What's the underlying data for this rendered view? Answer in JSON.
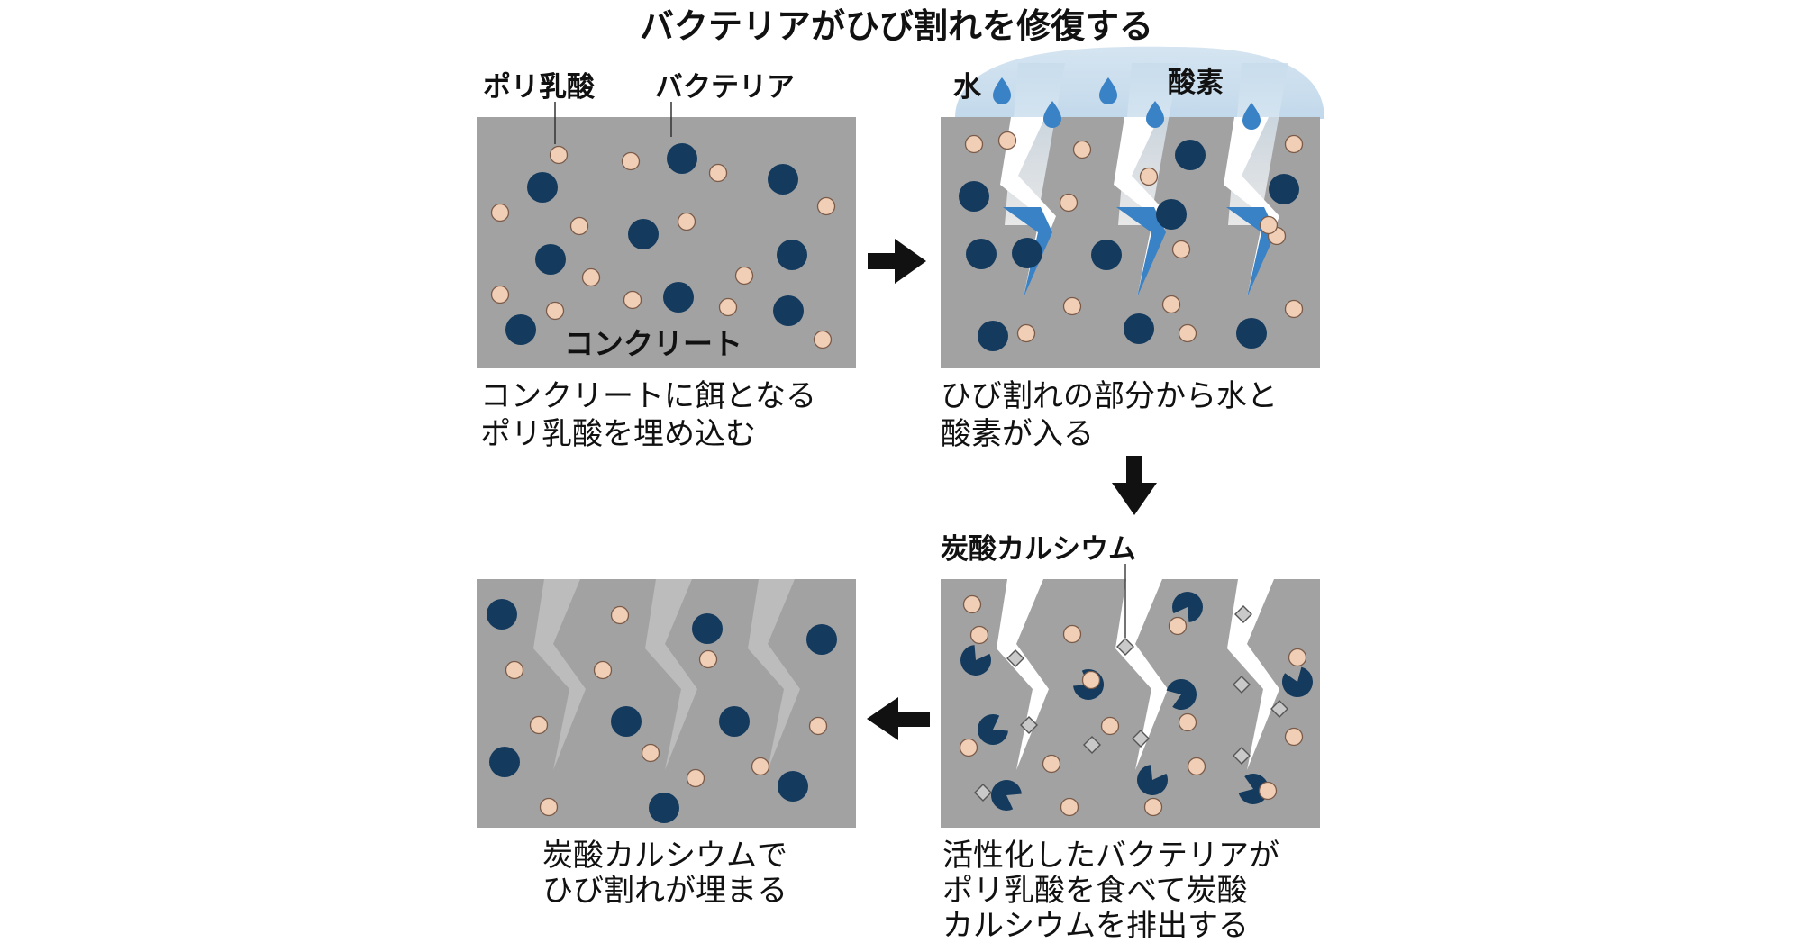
{
  "title": "バクテリアがひび割れを修復する",
  "colors": {
    "concrete": "#a2a2a2",
    "bacteria": "#143a5e",
    "polylactic": "#f1cfb6",
    "water": "#3a82c6",
    "sky": "#a9cbe4"
  },
  "labels": {
    "polylactic_acid": "ポリ乳酸",
    "bacteria": "バクテリア",
    "concrete": "コンクリート",
    "water": "水",
    "oxygen": "酸素",
    "calcium_carbonate": "炭酸カルシウム"
  },
  "steps": [
    {
      "caption": [
        "コンクリートに餌となる",
        "ポリ乳酸を埋め込む"
      ]
    },
    {
      "caption": [
        "ひび割れの部分から水と",
        "酸素が入る"
      ]
    },
    {
      "caption": [
        "活性化したバクテリアが",
        "ポリ乳酸を食べて炭酸",
        "カルシウムを排出する"
      ]
    },
    {
      "caption": [
        "炭酸カルシウムで",
        "ひび割れが埋まる"
      ]
    }
  ],
  "icons": {
    "arrow_right": "arrow-right-icon",
    "arrow_down": "arrow-down-icon",
    "arrow_left": "arrow-left-icon",
    "water_drop": "water-drop-icon"
  }
}
